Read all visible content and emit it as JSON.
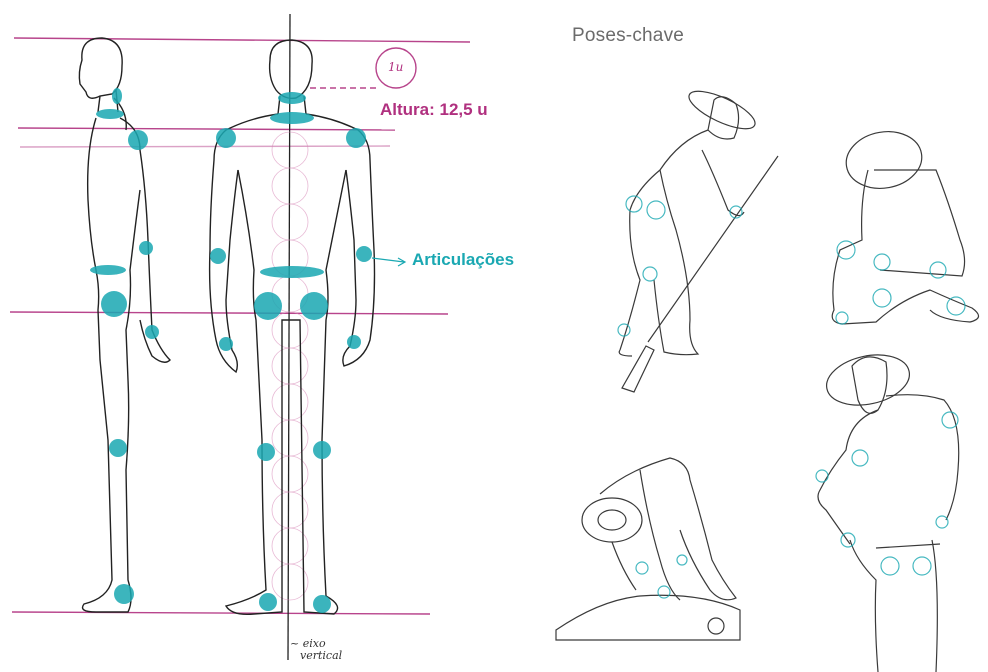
{
  "labels": {
    "poses_title": "Poses-chave",
    "height": "Altura: 12,5 u",
    "joints": "Articulações",
    "unit": "1u",
    "axis_line1": "~ eixo",
    "axis_line2": "vertical"
  },
  "colors": {
    "guide": "#b0307f",
    "joint": "#1aa8b2",
    "pencil": "#2a2a2a"
  }
}
